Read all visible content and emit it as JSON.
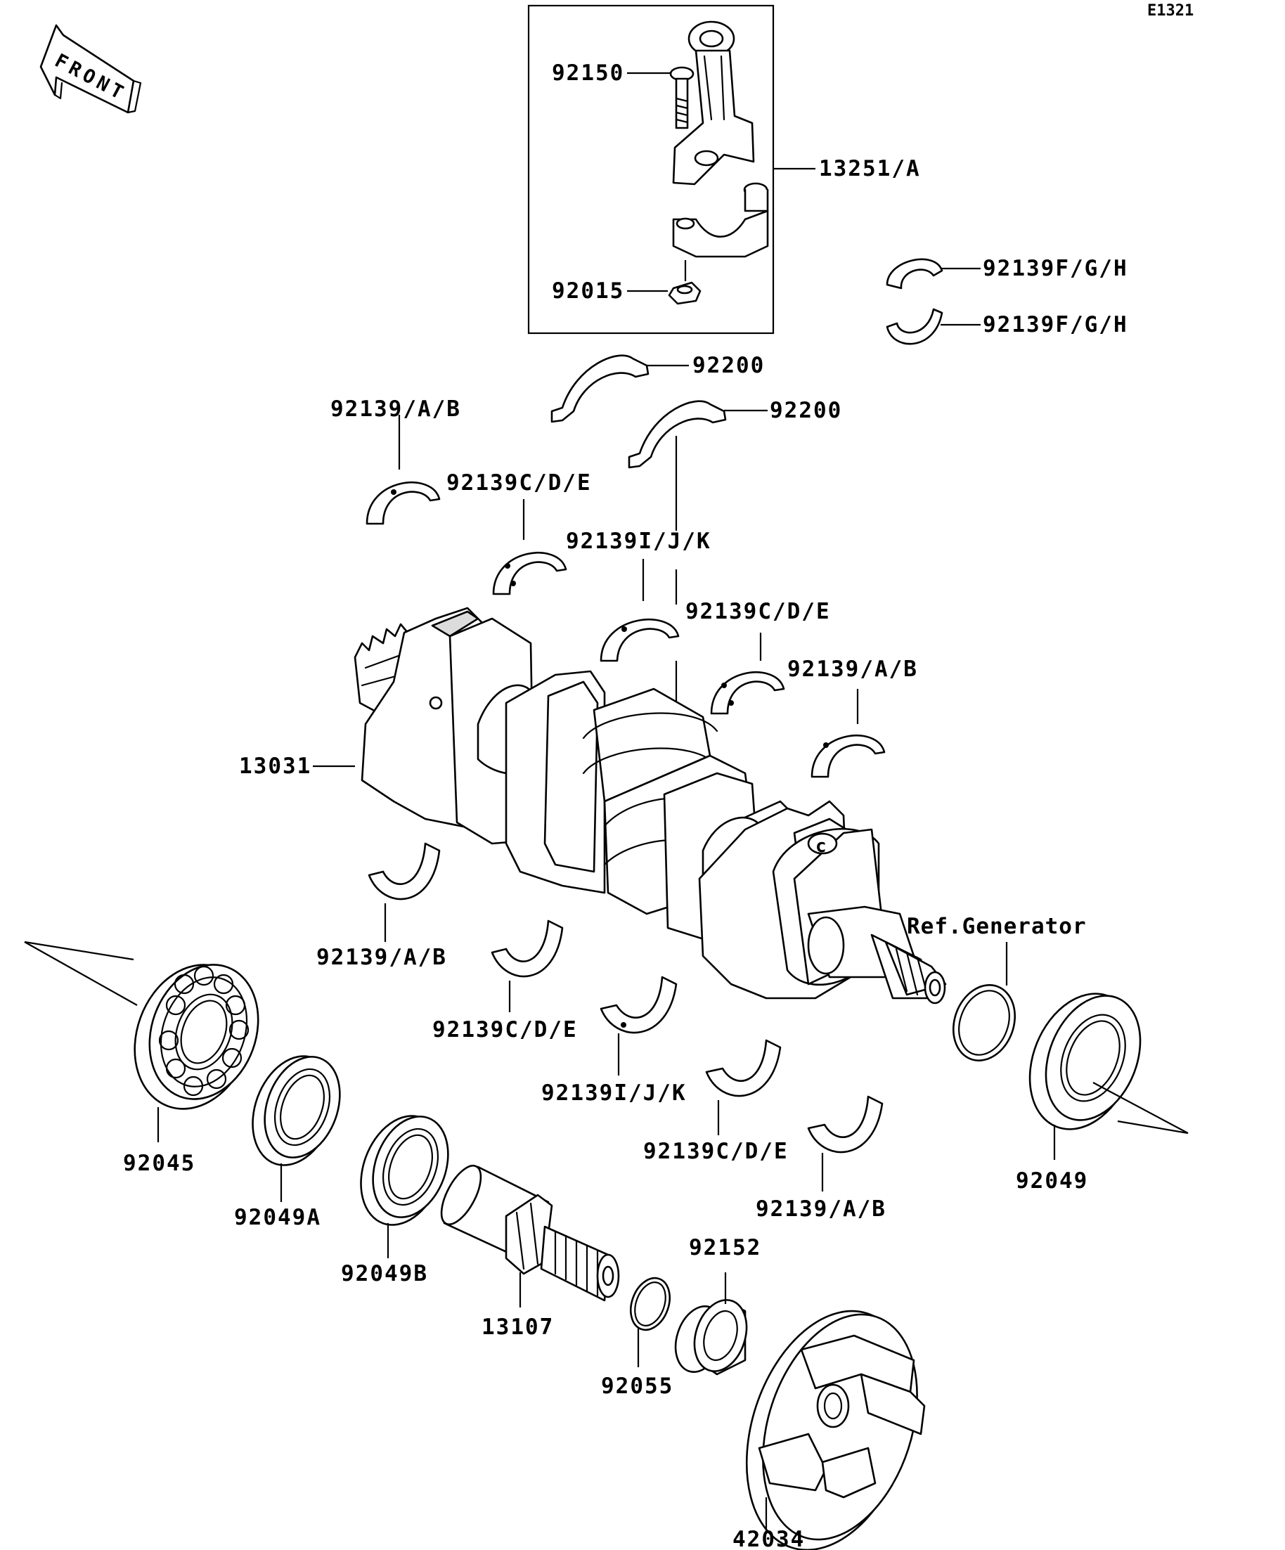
{
  "diagram_code": "E1321",
  "front_arrow_text": "FRONT",
  "labels": {
    "p92150": "92150",
    "p13251A": "13251/A",
    "p92015": "92015",
    "p92139FGH_1": "92139F/G/H",
    "p92139FGH_2": "92139F/G/H",
    "p92200_1": "92200",
    "p92200_2": "92200",
    "p92139AB_1": "92139/A/B",
    "p92139CDE_1": "92139C/D/E",
    "p92139IJK_1": "92139I/J/K",
    "p92139CDE_2": "92139C/D/E",
    "p92139AB_2": "92139/A/B",
    "p13031": "13031",
    "p92139AB_3": "92139/A/B",
    "ref_generator": "Ref.Generator",
    "p92139CDE_3": "92139C/D/E",
    "p92139IJK_2": "92139I/J/K",
    "p92139CDE_4": "92139C/D/E",
    "p92139AB_4": "92139/A/B",
    "p92045": "92045",
    "p92049A": "92049A",
    "p92049B": "92049B",
    "p13107": "13107",
    "p92055": "92055",
    "p92152": "92152",
    "p92049": "92049",
    "p42034": "42034"
  }
}
